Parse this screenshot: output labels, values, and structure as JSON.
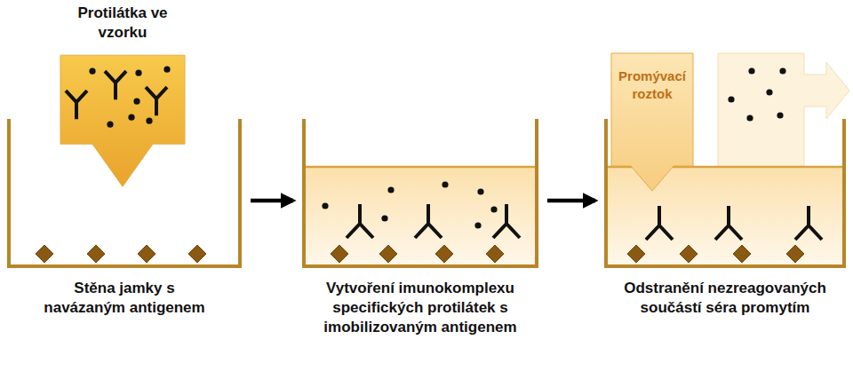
{
  "diagram": {
    "nodes": [
      {
        "text": [
          "Protilátka ve vzorku"
        ]
      },
      {
        "text": [
          "Stěna jamky s navázaným antigenem"
        ]
      },
      {
        "text": [
          "Vytvoření imunokomplexu specifických protilátek s imobilizovaným antigenem"
        ]
      },
      {
        "text": [
          "Odstranění nezreagovaných součástí séra promytím"
        ]
      },
      {
        "text": [
          "Promývací roztok"
        ]
      }
    ],
    "edges": [
      {
        "from": 1,
        "to": 2,
        "arrow": "to"
      },
      {
        "from": 2,
        "to": 3,
        "arrow": "to"
      }
    ]
  }
}
